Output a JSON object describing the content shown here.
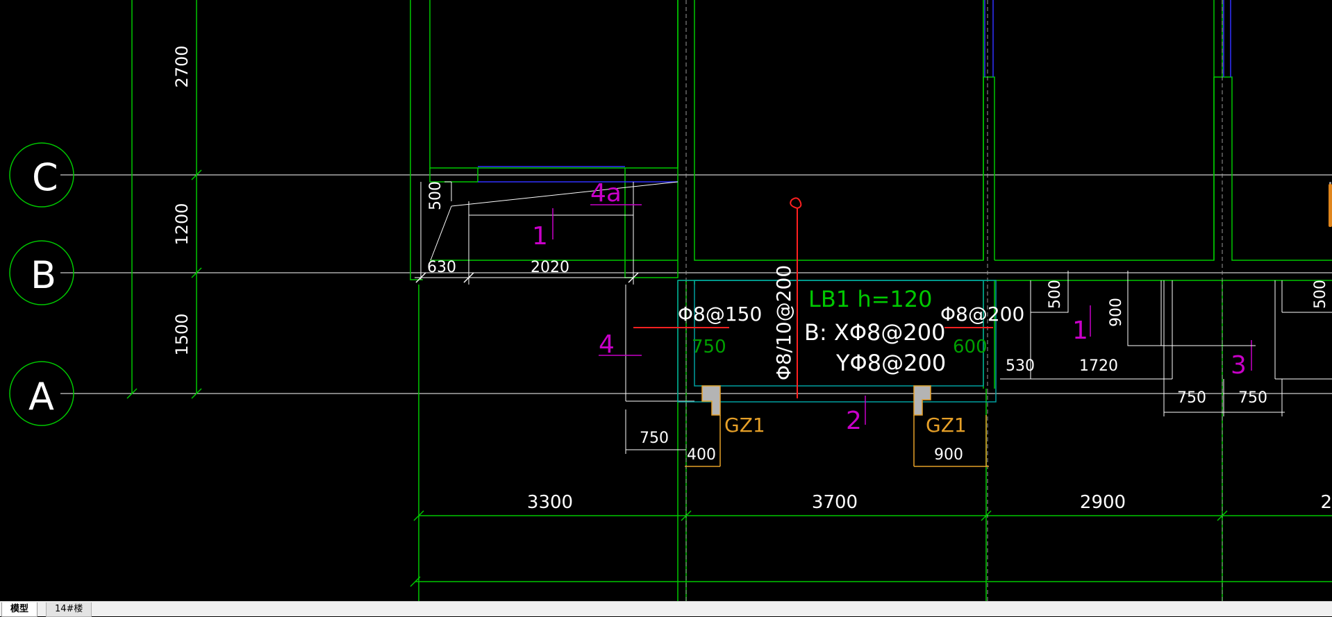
{
  "colors": {
    "background": "#000000",
    "wall_green": "#00c800",
    "grid_line": "#ffffff",
    "dimension": "#ffffff",
    "magenta_label": "#c800c8",
    "rebar_red": "#ff2020",
    "column_orange": "#e6a028",
    "slab_cyan": "#00a0a0",
    "blue_line": "#2020ff",
    "scroll_thumb": "#e0851c"
  },
  "grid_axes": [
    {
      "label": "C"
    },
    {
      "label": "B"
    },
    {
      "label": "A"
    }
  ],
  "vertical_dimensions": [
    "2700",
    "1200",
    "1500"
  ],
  "top_dimensions": [
    "500",
    "630",
    "2020"
  ],
  "bottom_dimensions": {
    "spans": [
      "3300",
      "3700",
      "2900",
      "2"
    ],
    "local": [
      "750",
      "400",
      "900",
      "530",
      "1720",
      "750",
      "750",
      "500",
      "900",
      "500"
    ]
  },
  "section_labels": [
    "4a",
    "1",
    "4",
    "2",
    "1",
    "3"
  ],
  "slab": {
    "name": "LB1 h=120",
    "bottom_x": "B: XΦ8@200",
    "bottom_y": "YΦ8@200",
    "left_rebar": "Φ8@150",
    "left_len": "750",
    "right_rebar": "Φ8@200",
    "right_len": "600",
    "vertical_rebar": "Φ8/10@200"
  },
  "columns": [
    "GZ1",
    "GZ1"
  ],
  "tabs": [
    {
      "label": "模型",
      "active": true
    },
    {
      "label": "14#楼",
      "active": false
    }
  ]
}
